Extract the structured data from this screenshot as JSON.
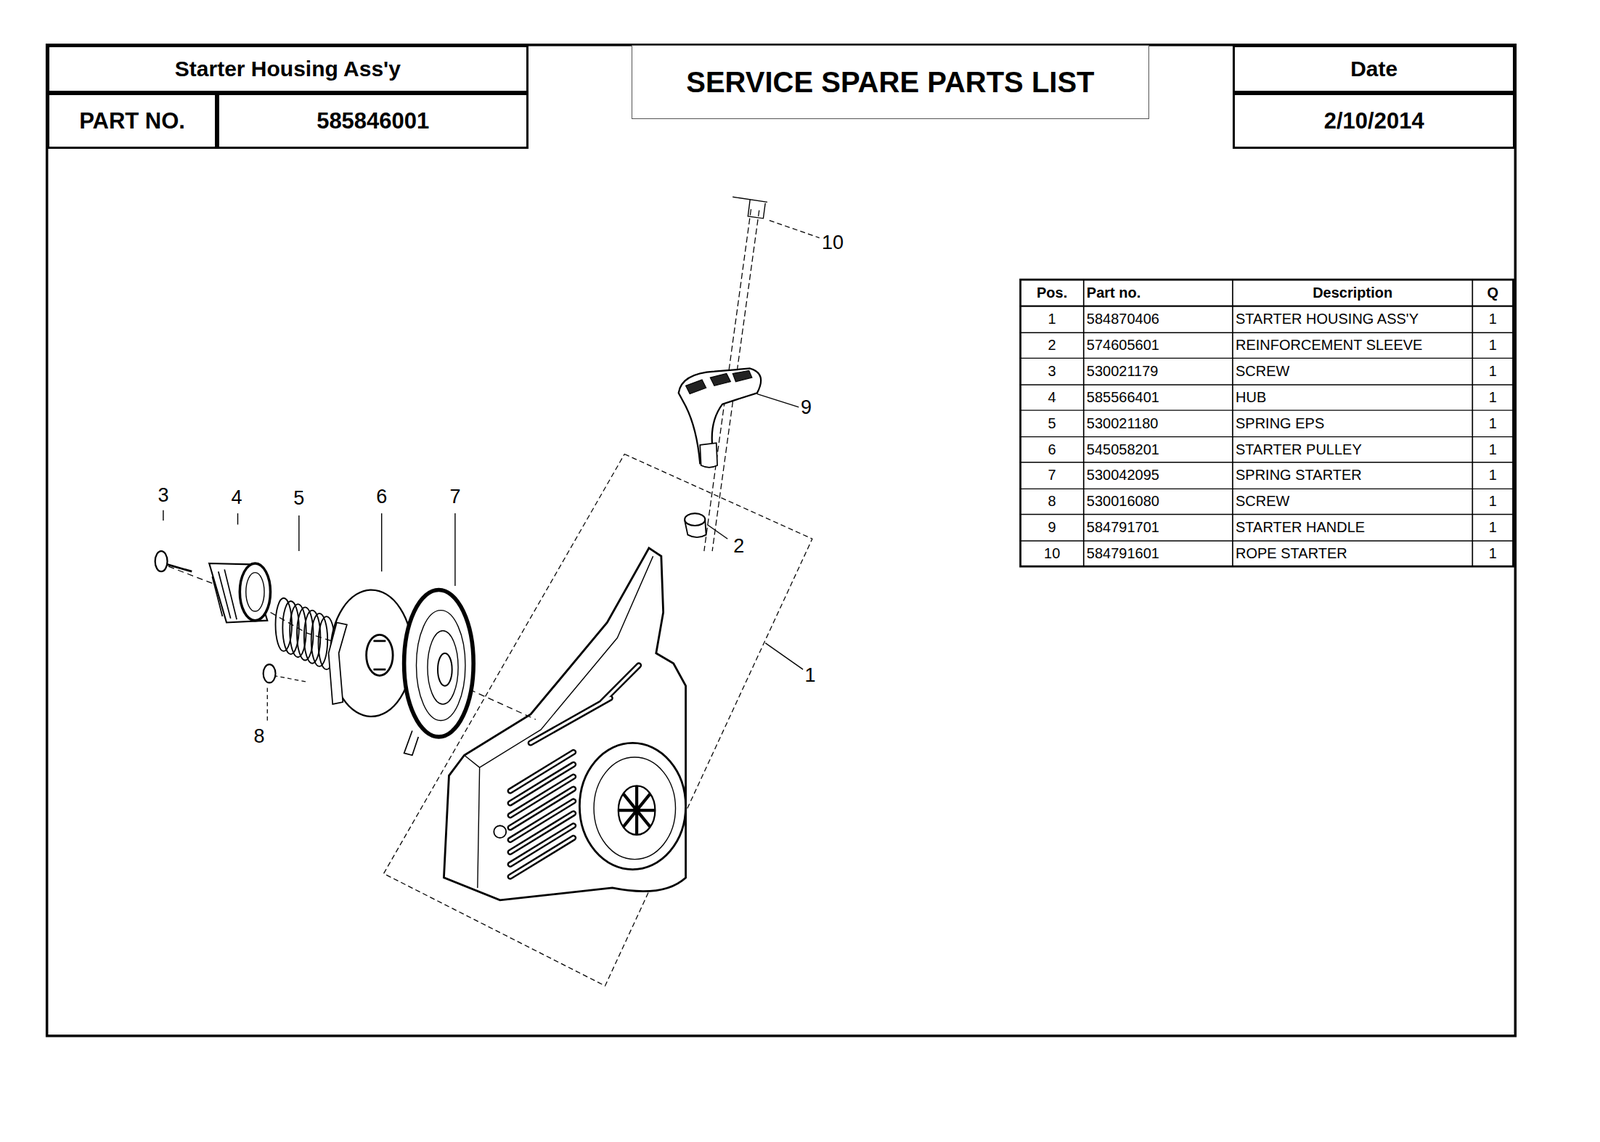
{
  "diagram": {
    "title": "SERVICE SPARE PARTS LIST",
    "nodes": [
      {
        "text": [
          "Starter Housing Ass'y"
        ]
      },
      {
        "text": [
          "PART NO."
        ]
      },
      {
        "text": [
          "585846001"
        ]
      },
      {
        "text": [
          "Date"
        ]
      },
      {
        "text": [
          "2/10/2014"
        ]
      }
    ],
    "labels": [
      "10",
      "9",
      "2",
      "1",
      "3",
      "4",
      "5",
      "6",
      "7",
      "8",
      "Pos.",
      "Part no.",
      "Description",
      "Q",
      "1",
      "584870406",
      "STARTER HOUSING ASS'Y",
      "1",
      "2",
      "574605601",
      "REINFORCEMENT SLEEVE",
      "1",
      "3",
      "530021179",
      "SCREW",
      "1",
      "4",
      "585566401",
      "HUB",
      "1",
      "5",
      "530021180",
      "SPRING EPS",
      "1",
      "6",
      "545058201",
      "STARTER PULLEY",
      "1",
      "7",
      "530042095",
      "SPRING STARTER",
      "1",
      "8",
      "530016080",
      "SCREW",
      "1",
      "9",
      "584791701",
      "STARTER HANDLE",
      "1",
      "10",
      "584791601",
      "ROPE STARTER",
      "1"
    ]
  }
}
